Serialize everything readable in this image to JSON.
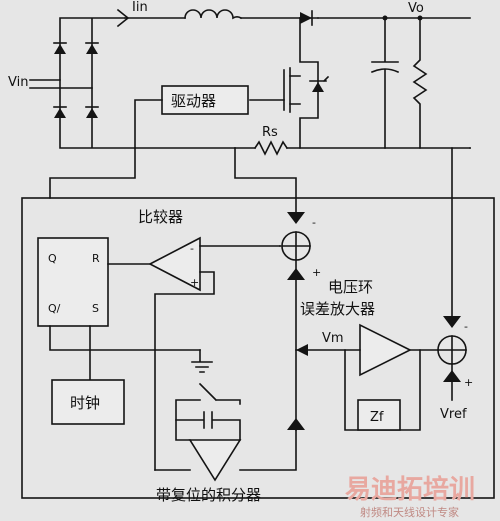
{
  "labels": {
    "vin": "Vin",
    "iin": "Iin",
    "vo": "Vo",
    "rs": "Rs",
    "driver": "驱动器",
    "comparator": "比较器",
    "q": "Q",
    "r": "R",
    "qbar": "Q/",
    "s": "S",
    "clock": "时钟",
    "voltage_loop_line1": "电压环",
    "voltage_loop_line2": "误差放大器",
    "vm": "Vm",
    "zf": "Zf",
    "vref": "Vref",
    "integrator": "带复位的积分器",
    "plus": "+",
    "minus": "-"
  },
  "watermark": {
    "main": "易迪拓培训",
    "sub": "射频和天线设计专家"
  },
  "colors": {
    "line": "#141414",
    "background": "#e6e6e6",
    "watermark": "#e8a8a0"
  }
}
